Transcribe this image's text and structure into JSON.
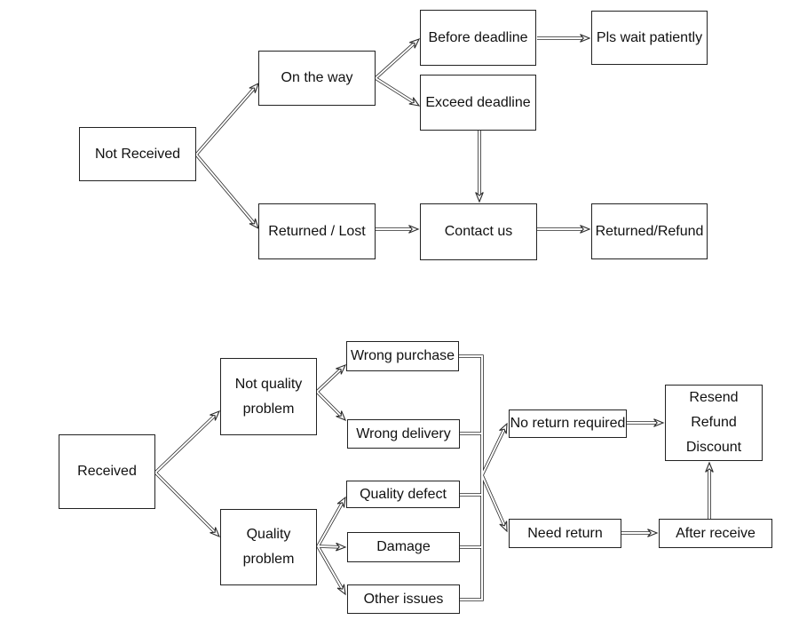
{
  "diagram": {
    "background": "#ffffff",
    "box_fill": "#ffffff",
    "box_border_color": "#222222",
    "connector_color": "#2b2b2b",
    "text_color": "#111111",
    "nodes": [
      {
        "id": "not-received",
        "lines": [
          "Not Received"
        ]
      },
      {
        "id": "on-the-way",
        "lines": [
          "On the way"
        ]
      },
      {
        "id": "before-deadline",
        "lines": [
          "Before deadline"
        ]
      },
      {
        "id": "exceed-deadline",
        "lines": [
          "Exceed deadline"
        ]
      },
      {
        "id": "pls-wait-patiently",
        "lines": [
          "Pls wait patiently"
        ]
      },
      {
        "id": "returned-lost",
        "lines": [
          "Returned / Lost"
        ]
      },
      {
        "id": "contact-us",
        "lines": [
          "Contact us"
        ]
      },
      {
        "id": "returned-refund",
        "lines": [
          "Returned/Refund"
        ]
      },
      {
        "id": "received",
        "lines": [
          "Received"
        ]
      },
      {
        "id": "not-quality-problem",
        "lines": [
          "Not quality",
          "problem"
        ]
      },
      {
        "id": "quality-problem",
        "lines": [
          "Quality",
          "problem"
        ]
      },
      {
        "id": "wrong-purchase",
        "lines": [
          "Wrong purchase"
        ]
      },
      {
        "id": "wrong-delivery",
        "lines": [
          "Wrong delivery"
        ]
      },
      {
        "id": "quality-defect",
        "lines": [
          "Quality defect"
        ]
      },
      {
        "id": "damage",
        "lines": [
          "Damage"
        ]
      },
      {
        "id": "other-issues",
        "lines": [
          "Other issues"
        ]
      },
      {
        "id": "no-return-required",
        "lines": [
          "No return required"
        ]
      },
      {
        "id": "need-return",
        "lines": [
          "Need return"
        ]
      },
      {
        "id": "resend-refund-discount",
        "lines": [
          "Resend",
          "Refund",
          "Discount"
        ]
      },
      {
        "id": "after-receive",
        "lines": [
          "After receive"
        ]
      }
    ],
    "edges": [
      {
        "from": "not-received",
        "to": "on-the-way"
      },
      {
        "from": "not-received",
        "to": "returned-lost"
      },
      {
        "from": "on-the-way",
        "to": "before-deadline"
      },
      {
        "from": "on-the-way",
        "to": "exceed-deadline"
      },
      {
        "from": "before-deadline",
        "to": "pls-wait-patiently"
      },
      {
        "from": "exceed-deadline",
        "to": "contact-us"
      },
      {
        "from": "returned-lost",
        "to": "contact-us"
      },
      {
        "from": "contact-us",
        "to": "returned-refund"
      },
      {
        "from": "received",
        "to": "not-quality-problem"
      },
      {
        "from": "received",
        "to": "quality-problem"
      },
      {
        "from": "not-quality-problem",
        "to": "wrong-purchase"
      },
      {
        "from": "not-quality-problem",
        "to": "wrong-delivery"
      },
      {
        "from": "quality-problem",
        "to": "quality-defect"
      },
      {
        "from": "quality-problem",
        "to": "damage"
      },
      {
        "from": "quality-problem",
        "to": "other-issues"
      },
      {
        "from": "wrong-purchase",
        "to": "bus"
      },
      {
        "from": "wrong-delivery",
        "to": "bus"
      },
      {
        "from": "quality-defect",
        "to": "bus"
      },
      {
        "from": "damage",
        "to": "bus"
      },
      {
        "from": "other-issues",
        "to": "bus"
      },
      {
        "from": "bus",
        "to": "no-return-required"
      },
      {
        "from": "bus",
        "to": "need-return"
      },
      {
        "from": "no-return-required",
        "to": "resend-refund-discount"
      },
      {
        "from": "need-return",
        "to": "after-receive"
      },
      {
        "from": "after-receive",
        "to": "resend-refund-discount"
      }
    ]
  }
}
